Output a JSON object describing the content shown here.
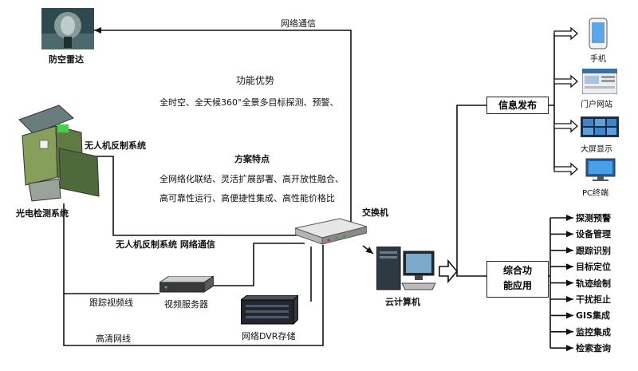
{
  "left": {
    "radar_label": "防空雷达",
    "uav_counter_label": "无人机反制系统",
    "optical_label": "光电检测系统"
  },
  "links": {
    "network_comm": "网络通信",
    "uav_network_comm": "无人机反制系统 网络通信",
    "tracking_video": "跟踪视频线",
    "hd_network": "高清网线"
  },
  "features": {
    "advantages_title": "功能优势",
    "advantages_line": "全时空、全天候360°全景多目标探测、预警、",
    "scheme_title": "方案特点",
    "scheme_line1": "全网络化联结、灵活扩展部署、高开放性融合、",
    "scheme_line2": "高可靠性运行、高便捷性集成、高性能价格比"
  },
  "center": {
    "switch_label": "交换机",
    "computer_label": "云计算机",
    "video_server_label": "视频服务器",
    "dvr_label": "网络DVR存储"
  },
  "publish": {
    "title": "信息发布",
    "targets": [
      "手机",
      "门户网站",
      "大屏显示",
      "PC终端"
    ]
  },
  "apps": {
    "title_line1": "综合功",
    "title_line2": "能应用",
    "items": [
      "探测预警",
      "设备管理",
      "跟踪识别",
      "目标定位",
      "轨迹绘制",
      "干扰拒止",
      "GIS集成",
      "监控集成",
      "检索查询"
    ]
  }
}
